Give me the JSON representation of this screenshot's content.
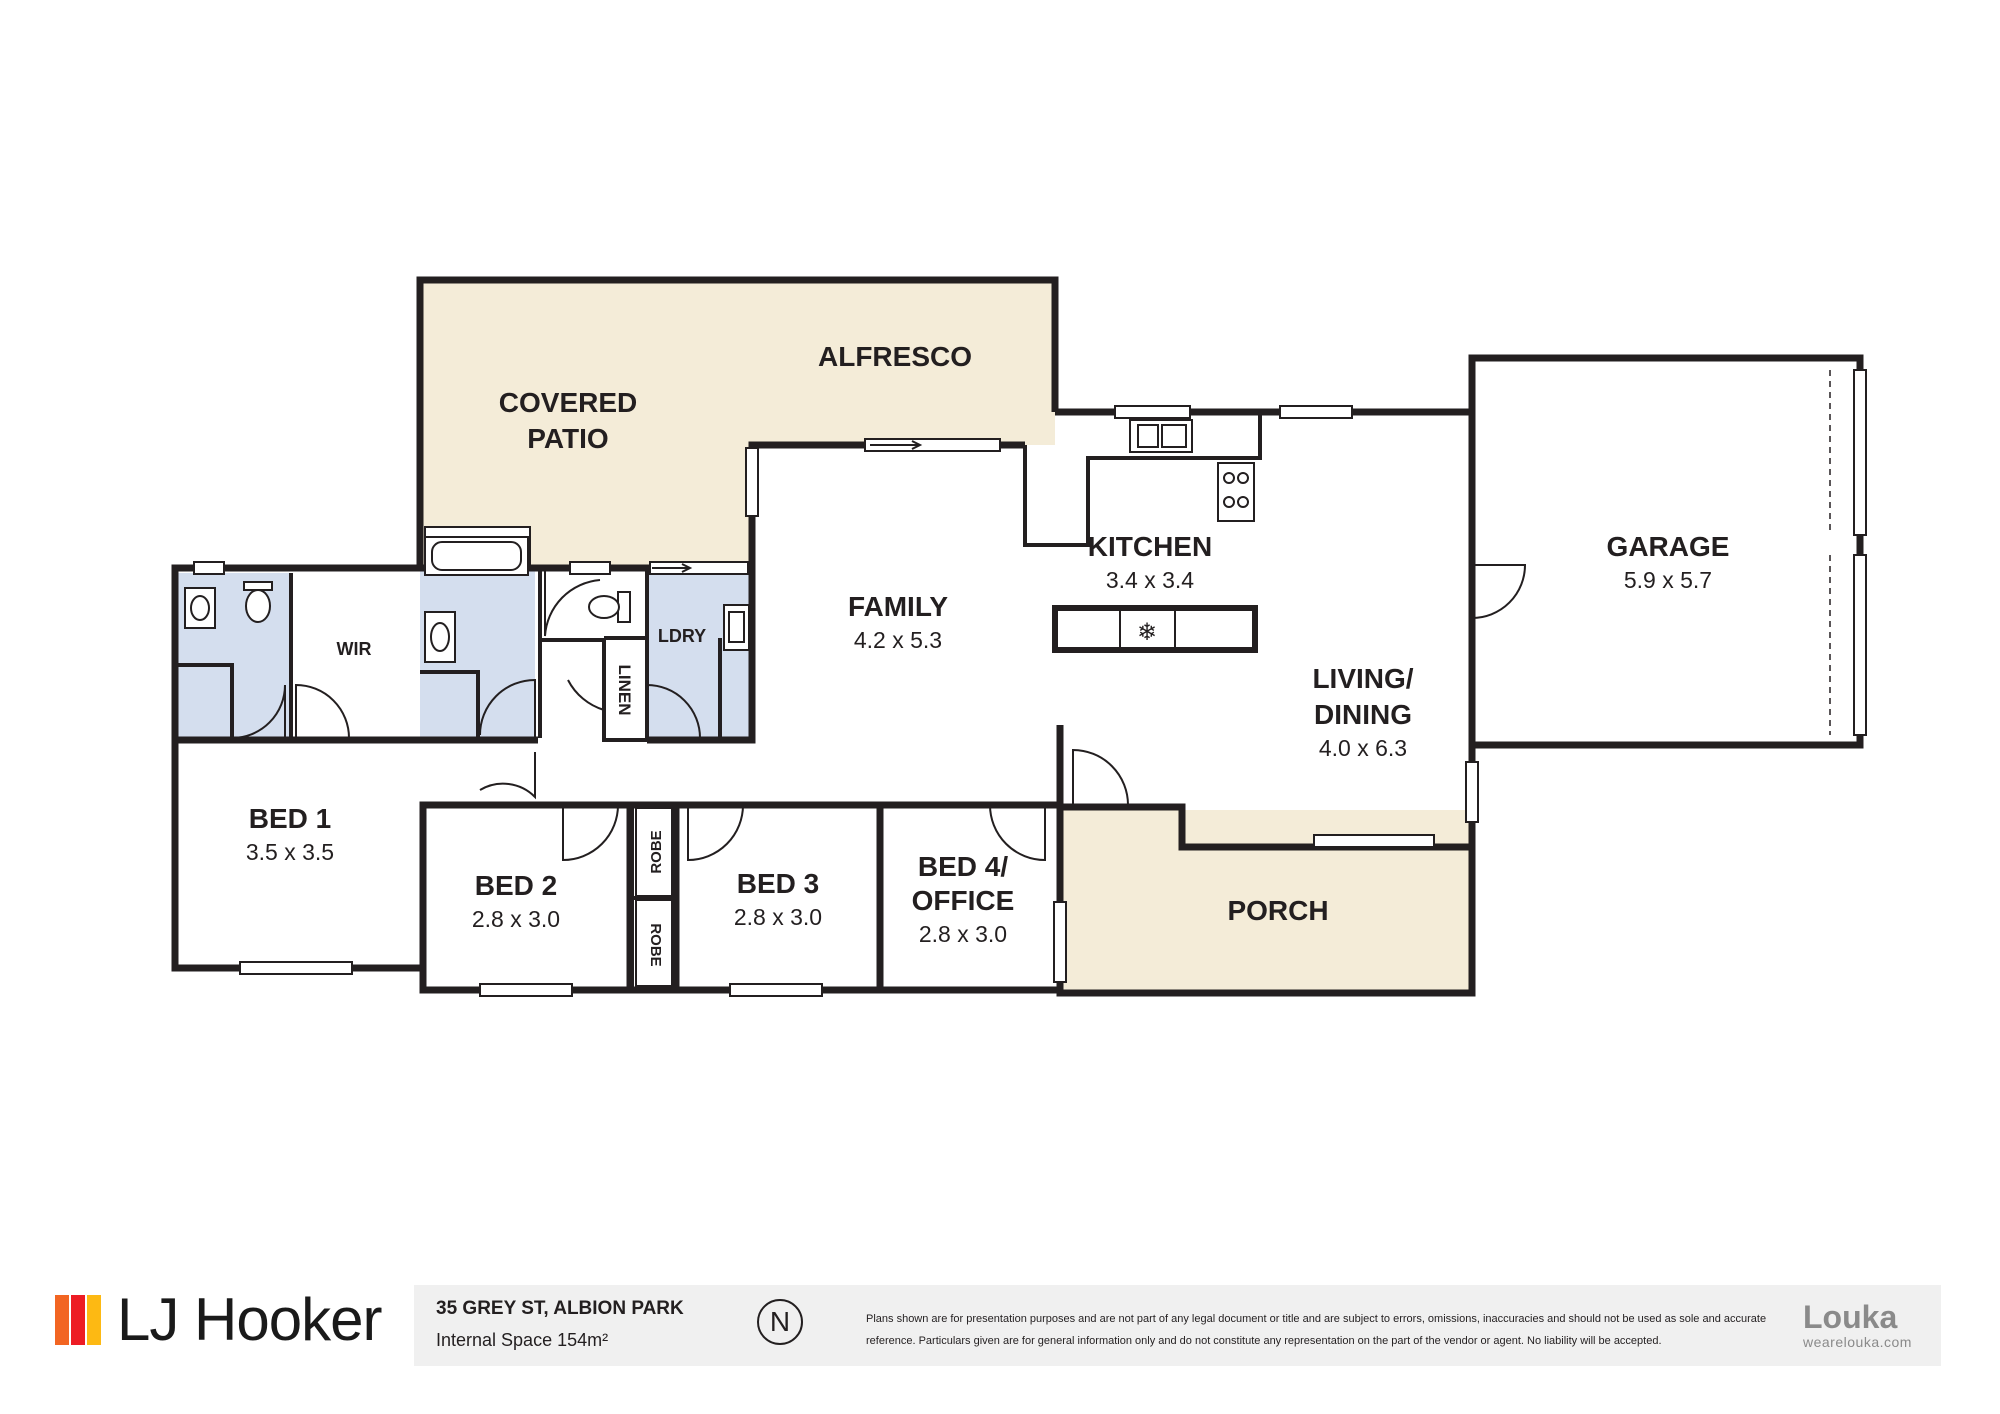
{
  "rooms": {
    "alfresco": "ALFRESCO",
    "covered_patio_1": "COVERED",
    "covered_patio_2": "PATIO",
    "kitchen": "KITCHEN",
    "kitchen_dim": "3.4 x 3.4",
    "family": "FAMILY",
    "family_dim": "4.2 x 5.3",
    "garage": "GARAGE",
    "garage_dim": "5.9 x 5.7",
    "living_1": "LIVING/",
    "living_2": "DINING",
    "living_dim": "4.0 x 6.3",
    "wir": "WIR",
    "ldry": "LDRY",
    "linen": "LINEN",
    "bed1": "BED 1",
    "bed1_dim": "3.5 x 3.5",
    "bed2": "BED 2",
    "bed2_dim": "2.8 x 3.0",
    "bed3": "BED 3",
    "bed3_dim": "2.8 x 3.0",
    "bed4_1": "BED 4/",
    "bed4_2": "OFFICE",
    "bed4_dim": "2.8 x 3.0",
    "robe": "ROBE",
    "porch": "PORCH"
  },
  "footer": {
    "brand": "LJ Hooker",
    "brand_colors": [
      "#f26522",
      "#ed1c24",
      "#fdb913"
    ],
    "address": "35 GREY ST, ALBION PARK",
    "internal_space": "Internal Space 154m²",
    "compass": "N",
    "disclaimer_line1": "Plans shown are for presentation purposes and are not part of any legal document or title and are subject to errors, omissions, inaccuracies and should not be used as sole and accurate",
    "disclaimer_line2": "reference. Particulars given are for general information only and do not constitute any representation on the part of the vendor or agent. No liability will be accepted.",
    "louka_name": "Louka",
    "louka_url": "wearelouka.com"
  },
  "colors": {
    "wall": "#231f20",
    "outdoor_fill": "#f4ecd8",
    "wet_area_fill": "#d4deee",
    "footer_bg": "#f0f0f0"
  }
}
